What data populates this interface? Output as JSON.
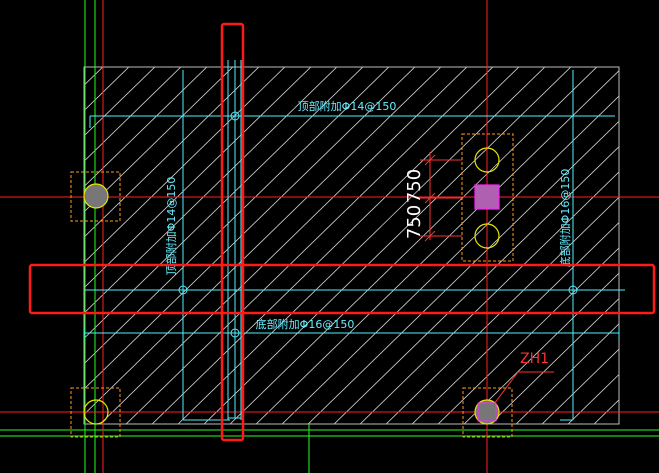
{
  "drawing": {
    "annotations": {
      "top_slab_x": "顶部附加Φ14@150",
      "top_slab_y": "顶部附加Φ14@150",
      "bottom_slab_x": "底部附加Φ16@150",
      "bottom_slab_y": "底部附加Φ16@150",
      "dim_upper": "750",
      "dim_lower": "750",
      "pile_tag": "ZH1"
    },
    "colors": {
      "background": "#000000",
      "grid_axis": "#ff2020",
      "rebar_cyan": "#4ff0ff",
      "hatch": "#dddddd",
      "pile_outline": "#ff9a1a",
      "pile_circle": "#e6e600",
      "column_fill": "#ff22ff",
      "wall_line": "#22ff22",
      "highlight_box": "#ff1a1a",
      "text_color": "#66eeff"
    }
  }
}
